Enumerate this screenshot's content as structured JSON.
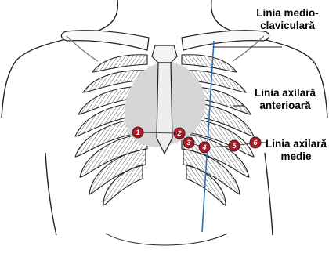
{
  "labels": {
    "midclavicular": [
      "Linia medio-",
      "claviculară"
    ],
    "anterior_axillary": [
      "Linia axilară",
      "anterioară"
    ],
    "mid_axillary": [
      "Linia axilară",
      "medie"
    ]
  },
  "leads": [
    "1",
    "2",
    "3",
    "4",
    "5",
    "6"
  ],
  "colors": {
    "heart": "#d6d6d6",
    "midclavicular_line": "#2d6fb5",
    "electrode_fill": "#a31f2a",
    "electrode_text": "#ffffff",
    "outline": "#222222"
  }
}
